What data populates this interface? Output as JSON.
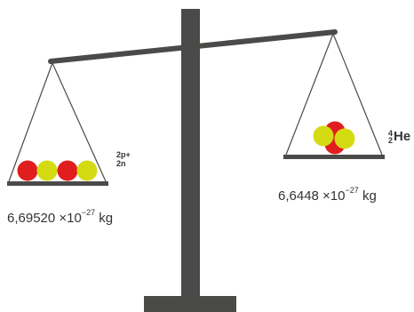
{
  "colors": {
    "scale": "#4a4a48",
    "proton": "#e01e1e",
    "neutron": "#d4db12",
    "text": "#333333"
  },
  "left_pan": {
    "particles": [
      "proton",
      "neutron",
      "proton",
      "neutron"
    ],
    "composition": {
      "protons": "2p+",
      "neutrons": "2n"
    },
    "mass": {
      "mantissa": "6,69520 ×10",
      "exponent": "−27",
      "unit": " kg"
    }
  },
  "right_pan": {
    "particles": [
      "proton",
      "neutron",
      "proton",
      "neutron"
    ],
    "isotope": {
      "mass_number": "4",
      "atomic_number": "2",
      "symbol": "He"
    },
    "mass": {
      "mantissa": "6,6448 ×10",
      "exponent": "−27",
      "unit": " kg"
    }
  }
}
